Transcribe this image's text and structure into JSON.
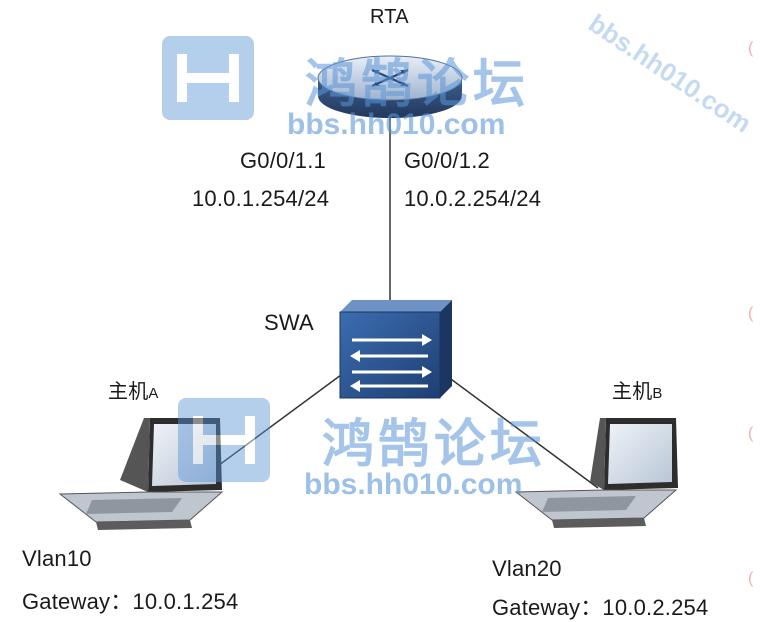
{
  "router": {
    "name": "RTA"
  },
  "switch": {
    "name": "SWA"
  },
  "interfaces": [
    {
      "name": "G0/0/1.1",
      "ip": "10.0.1.254/24"
    },
    {
      "name": "G0/0/1.2",
      "ip": "10.0.2.254/24"
    }
  ],
  "hosts": [
    {
      "name_main": "主机",
      "name_suffix": "A",
      "vlan": "Vlan10",
      "gateway_label": "Gateway：",
      "gateway_ip": "10.0.1.254"
    },
    {
      "name_main": "主机",
      "name_suffix": "B",
      "vlan": "Vlan20",
      "gateway_label": "Gateway：",
      "gateway_ip": "10.0.2.254"
    }
  ],
  "watermark": {
    "cn": "鸿鹄论坛",
    "url": "bbs.hh010.com",
    "diag": "bbs.hh010.com"
  },
  "colors": {
    "watermark": "#5a96d7",
    "line": "#333333",
    "device": "#2c5a9a"
  }
}
